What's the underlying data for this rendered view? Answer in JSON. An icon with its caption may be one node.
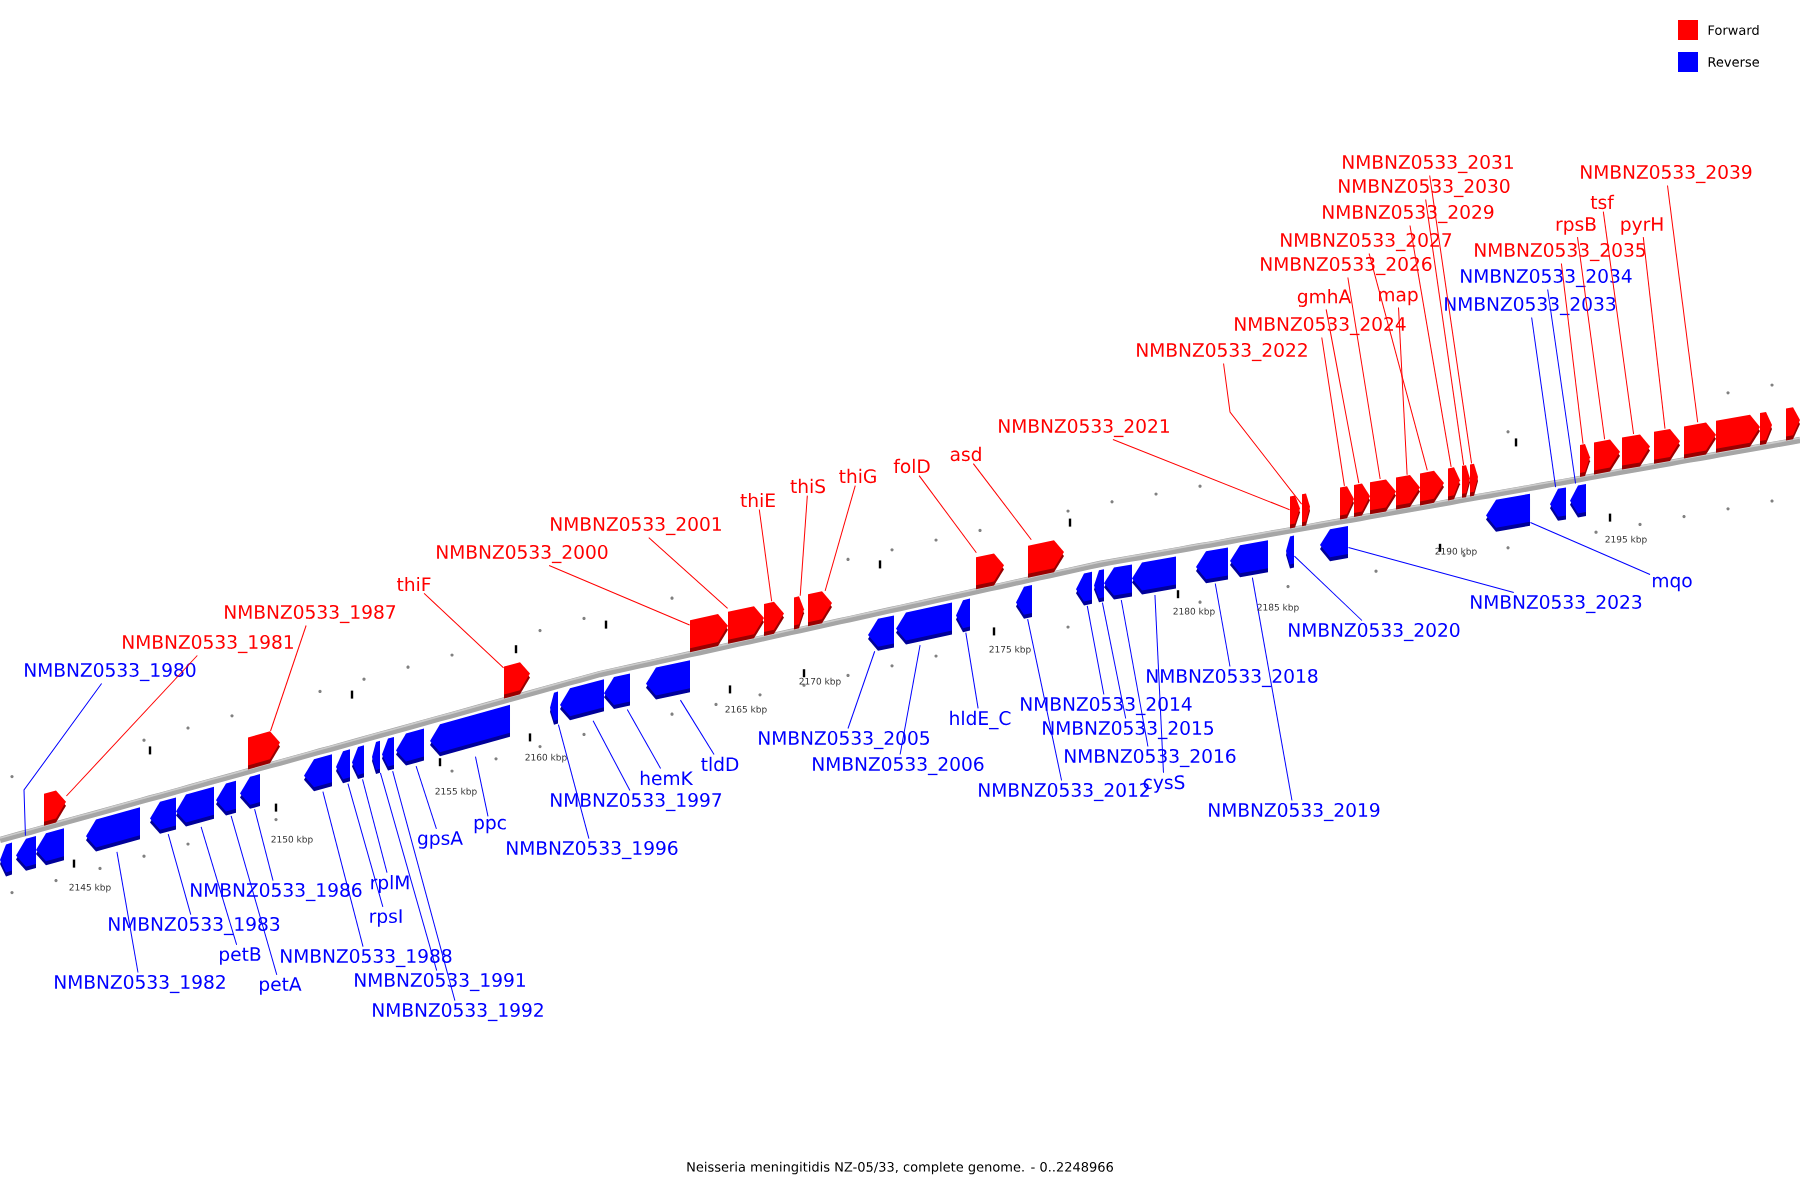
{
  "diagram": {
    "caption": "Neisseria meningitidis NZ-05/33, complete genome. - 0..2248966",
    "nodes": [
      {
        "text": [
          "NMBNZ0533_1981"
        ]
      },
      {
        "text": [
          "NMBNZ0533_1987"
        ]
      },
      {
        "text": [
          "thiF"
        ]
      },
      {
        "text": [
          "NMBNZ0533_2000"
        ]
      },
      {
        "text": [
          "NMBNZ0533_2001"
        ]
      },
      {
        "text": [
          "thiE"
        ]
      },
      {
        "text": [
          "thiS"
        ]
      },
      {
        "text": [
          "thiG"
        ]
      },
      {
        "text": [
          "folD"
        ]
      },
      {
        "text": [
          "asd"
        ]
      },
      {
        "text": [
          "NMBNZ0533_2021"
        ]
      },
      {
        "text": [
          "NMBNZ0533_2022"
        ]
      },
      {
        "text": [
          "NMBNZ0533_2024"
        ]
      },
      {
        "text": [
          "gmhA"
        ]
      },
      {
        "text": [
          "NMBNZ0533_2026"
        ]
      },
      {
        "text": [
          "map"
        ]
      },
      {
        "text": [
          "NMBNZ0533_2027"
        ]
      },
      {
        "text": [
          "NMBNZ0533_2029"
        ]
      },
      {
        "text": [
          "NMBNZ0533_2030"
        ]
      },
      {
        "text": [
          "NMBNZ0533_2031"
        ]
      },
      {
        "text": [
          "NMBNZ0533_2035"
        ]
      },
      {
        "text": [
          "rpsB"
        ]
      },
      {
        "text": [
          "tsf"
        ]
      },
      {
        "text": [
          "pyrH"
        ]
      },
      {
        "text": [
          "NMBNZ0533_2039"
        ]
      },
      {
        "text": [
          "NMBNZ0533_1980"
        ]
      },
      {
        "text": [
          "NMBNZ0533_1982"
        ]
      },
      {
        "text": [
          "NMBNZ0533_1983"
        ]
      },
      {
        "text": [
          "petB"
        ]
      },
      {
        "text": [
          "petA"
        ]
      },
      {
        "text": [
          "NMBNZ0533_1986"
        ]
      },
      {
        "text": [
          "rplM"
        ]
      },
      {
        "text": [
          "rpsI"
        ]
      },
      {
        "text": [
          "NMBNZ0533_1988"
        ]
      },
      {
        "text": [
          "NMBNZ0533_1991"
        ]
      },
      {
        "text": [
          "NMBNZ0533_1992"
        ]
      },
      {
        "text": [
          "gpsA"
        ]
      },
      {
        "text": [
          "ppc"
        ]
      },
      {
        "text": [
          "NMBNZ0533_1997"
        ]
      },
      {
        "text": [
          "NMBNZ0533_1996"
        ]
      },
      {
        "text": [
          "hemK"
        ]
      },
      {
        "text": [
          "tldD"
        ]
      },
      {
        "text": [
          "NMBNZ0533_2005"
        ]
      },
      {
        "text": [
          "NMBNZ0533_2006"
        ]
      },
      {
        "text": [
          "hldE_C"
        ]
      },
      {
        "text": [
          "NMBNZ0533_2012"
        ]
      },
      {
        "text": [
          "NMBNZ0533_2014"
        ]
      },
      {
        "text": [
          "NMBNZ0533_2015"
        ]
      },
      {
        "text": [
          "NMBNZ0533_2016"
        ]
      },
      {
        "text": [
          "cysS"
        ]
      },
      {
        "text": [
          "NMBNZ0533_2018"
        ]
      },
      {
        "text": [
          "NMBNZ0533_2019"
        ]
      },
      {
        "text": [
          "NMBNZ0533_2020"
        ]
      },
      {
        "text": [
          "NMBNZ0533_2023"
        ]
      },
      {
        "text": [
          "mqo"
        ]
      },
      {
        "text": [
          "NMBNZ0533_2033"
        ]
      },
      {
        "text": [
          "NMBNZ0533_2034"
        ]
      },
      {
        "text": [],
        "shape": "arrow"
      },
      {
        "text": [],
        "shape": "arrow"
      },
      {
        "text": [],
        "shape": "arrow"
      },
      {
        "text": [],
        "shape": "arrow"
      },
      {
        "text": [],
        "shape": "arrow"
      },
      {
        "text": [],
        "shape": "arrow"
      },
      {
        "text": [],
        "shape": "arrow"
      },
      {
        "text": [],
        "shape": "arrow"
      },
      {
        "text": [],
        "shape": "arrow"
      },
      {
        "text": [],
        "shape": "arrow"
      },
      {
        "text": [],
        "shape": "arrow"
      },
      {
        "text": [],
        "shape": "arrow"
      },
      {
        "text": [],
        "shape": "arrow"
      },
      {
        "text": [],
        "shape": "arrow"
      },
      {
        "text": [],
        "shape": "arrow"
      },
      {
        "text": [],
        "shape": "arrow"
      },
      {
        "text": [],
        "shape": "arrow"
      },
      {
        "text": [],
        "shape": "arrow"
      },
      {
        "text": [],
        "shape": "arrow"
      },
      {
        "text": [],
        "shape": "arrow"
      },
      {
        "text": [],
        "shape": "arrow"
      },
      {
        "text": [],
        "shape": "arrow"
      },
      {
        "text": [],
        "shape": "arrow"
      },
      {
        "text": [],
        "shape": "arrow"
      },
      {
        "text": [],
        "shape": "arrow"
      },
      {
        "text": [],
        "shape": "arrow"
      },
      {
        "text": [],
        "shape": "arrow"
      },
      {
        "text": [],
        "shape": "arrow"
      },
      {
        "text": [],
        "shape": "arrow"
      },
      {
        "text": [],
        "shape": "arrow"
      },
      {
        "text": [],
        "shape": "arrow"
      },
      {
        "text": [],
        "shape": "arrow"
      },
      {
        "text": [],
        "shape": "arrow"
      },
      {
        "text": [],
        "shape": "arrow"
      },
      {
        "text": [],
        "shape": "arrow"
      },
      {
        "text": [],
        "shape": "arrow"
      },
      {
        "text": [],
        "shape": "arrow"
      },
      {
        "text": [],
        "shape": "arrow"
      },
      {
        "text": [],
        "shape": "arrow"
      },
      {
        "text": [],
        "shape": "arrow"
      },
      {
        "text": [],
        "shape": "arrow"
      },
      {
        "text": [],
        "shape": "arrow"
      },
      {
        "text": [],
        "shape": "arrow"
      },
      {
        "text": [],
        "shape": "arrow"
      },
      {
        "text": [],
        "shape": "arrow"
      },
      {
        "text": [],
        "shape": "arrow"
      },
      {
        "text": [],
        "shape": "arrow"
      },
      {
        "text": [],
        "shape": "arrow"
      },
      {
        "text": [],
        "shape": "arrow"
      },
      {
        "text": [],
        "shape": "arrow"
      },
      {
        "text": [],
        "shape": "arrow"
      },
      {
        "text": [],
        "shape": "arrow"
      },
      {
        "text": [],
        "shape": "arrow"
      },
      {
        "text": [],
        "shape": "arrow"
      },
      {
        "text": [],
        "shape": "arrow"
      },
      {
        "text": [],
        "shape": "arrow"
      },
      {
        "text": [],
        "shape": "arrow"
      },
      {
        "text": [],
        "shape": "arrow"
      },
      {
        "text": [],
        "shape": "arrow"
      },
      {
        "text": [],
        "shape": "arrow"
      },
      {
        "text": [],
        "shape": "arrow"
      },
      {
        "text": [],
        "shape": "arrow"
      }
    ],
    "edges": [
      {
        "from": 0,
        "to": 57,
        "arrow": "none",
        "color": "#ff0000"
      },
      {
        "from": 1,
        "to": 58,
        "arrow": "none",
        "color": "#ff0000"
      },
      {
        "from": 2,
        "to": 59,
        "arrow": "none",
        "color": "#ff0000"
      },
      {
        "from": 3,
        "to": 60,
        "arrow": "none",
        "color": "#ff0000"
      },
      {
        "from": 4,
        "to": 61,
        "arrow": "none",
        "color": "#ff0000"
      },
      {
        "from": 5,
        "to": 62,
        "arrow": "none",
        "color": "#ff0000"
      },
      {
        "from": 6,
        "to": 63,
        "arrow": "none",
        "color": "#ff0000"
      },
      {
        "from": 7,
        "to": 64,
        "arrow": "none",
        "color": "#ff0000"
      },
      {
        "from": 8,
        "to": 65,
        "arrow": "none",
        "color": "#ff0000"
      },
      {
        "from": 9,
        "to": 66,
        "arrow": "none",
        "color": "#ff0000"
      },
      {
        "from": 10,
        "to": 67,
        "arrow": "none",
        "color": "#ff0000"
      },
      {
        "from": 11,
        "to": 68,
        "arrow": "none",
        "color": "#ff0000"
      },
      {
        "from": 12,
        "to": 69,
        "arrow": "none",
        "color": "#ff0000"
      },
      {
        "from": 13,
        "to": 70,
        "arrow": "none",
        "color": "#ff0000"
      },
      {
        "from": 14,
        "to": 71,
        "arrow": "none",
        "color": "#ff0000"
      },
      {
        "from": 15,
        "to": 72,
        "arrow": "none",
        "color": "#ff0000"
      },
      {
        "from": 16,
        "to": 73,
        "arrow": "none",
        "color": "#ff0000"
      },
      {
        "from": 17,
        "to": 74,
        "arrow": "none",
        "color": "#ff0000"
      },
      {
        "from": 18,
        "to": 75,
        "arrow": "none",
        "color": "#ff0000"
      },
      {
        "from": 19,
        "to": 76,
        "arrow": "none",
        "color": "#ff0000"
      },
      {
        "from": 20,
        "to": 77,
        "arrow": "none",
        "color": "#ff0000"
      },
      {
        "from": 21,
        "to": 78,
        "arrow": "none",
        "color": "#ff0000"
      },
      {
        "from": 22,
        "to": 79,
        "arrow": "none",
        "color": "#ff0000"
      },
      {
        "from": 23,
        "to": 80,
        "arrow": "none",
        "color": "#ff0000"
      },
      {
        "from": 24,
        "to": 81,
        "arrow": "none",
        "color": "#ff0000"
      },
      {
        "from": 25,
        "to": 82,
        "arrow": "none"
      },
      {
        "from": 26,
        "to": 83,
        "arrow": "none"
      },
      {
        "from": 27,
        "to": 84,
        "arrow": "none"
      },
      {
        "from": 28,
        "to": 85,
        "arrow": "none"
      },
      {
        "from": 29,
        "to": 86,
        "arrow": "none"
      },
      {
        "from": 30,
        "to": 87,
        "arrow": "none"
      },
      {
        "from": 31,
        "to": 88,
        "arrow": "none"
      },
      {
        "from": 32,
        "to": 89,
        "arrow": "none"
      },
      {
        "from": 33,
        "to": 90,
        "arrow": "none"
      },
      {
        "from": 34,
        "to": 91,
        "arrow": "none"
      },
      {
        "from": 35,
        "to": 92,
        "arrow": "none"
      },
      {
        "from": 36,
        "to": 93,
        "arrow": "none"
      },
      {
        "from": 37,
        "to": 94,
        "arrow": "none"
      },
      {
        "from": 38,
        "to": 95,
        "arrow": "none"
      },
      {
        "from": 39,
        "to": 96,
        "arrow": "none"
      },
      {
        "from": 40,
        "to": 97,
        "arrow": "none"
      },
      {
        "from": 41,
        "to": 98,
        "arrow": "none"
      },
      {
        "from": 42,
        "to": 99,
        "arrow": "none"
      },
      {
        "from": 43,
        "to": 100,
        "arrow": "none"
      },
      {
        "from": 44,
        "to": 101,
        "arrow": "none"
      },
      {
        "from": 45,
        "to": 102,
        "arrow": "none"
      },
      {
        "from": 46,
        "to": 103,
        "arrow": "none"
      },
      {
        "from": 47,
        "to": 104,
        "arrow": "none"
      },
      {
        "from": 48,
        "to": 105,
        "arrow": "none"
      },
      {
        "from": 49,
        "to": 106,
        "arrow": "none"
      },
      {
        "from": 50,
        "to": 107,
        "arrow": "none"
      },
      {
        "from": 51,
        "to": 108,
        "arrow": "none"
      },
      {
        "from": 52,
        "to": 109,
        "arrow": "none"
      },
      {
        "from": 53,
        "to": 110,
        "arrow": "none"
      },
      {
        "from": 54,
        "to": 111,
        "arrow": "none"
      },
      {
        "from": 55,
        "to": 112,
        "arrow": "none"
      },
      {
        "from": 56,
        "to": 113,
        "arrow": "none"
      }
    ],
    "labels": [
      "2145 kbp",
      "2150 kbp",
      "2155 kbp",
      "2160 kbp",
      "2165 kbp",
      "2170 kbp",
      "2175 kbp",
      "2180 kbp",
      "2185 kbp",
      "2190 kbp",
      "2195 kbp"
    ],
    "legend": [
      {
        "text": "Forward",
        "color": "#ff0000"
      },
      {
        "text": "Reverse",
        "color": "#0000ff"
      }
    ]
  }
}
